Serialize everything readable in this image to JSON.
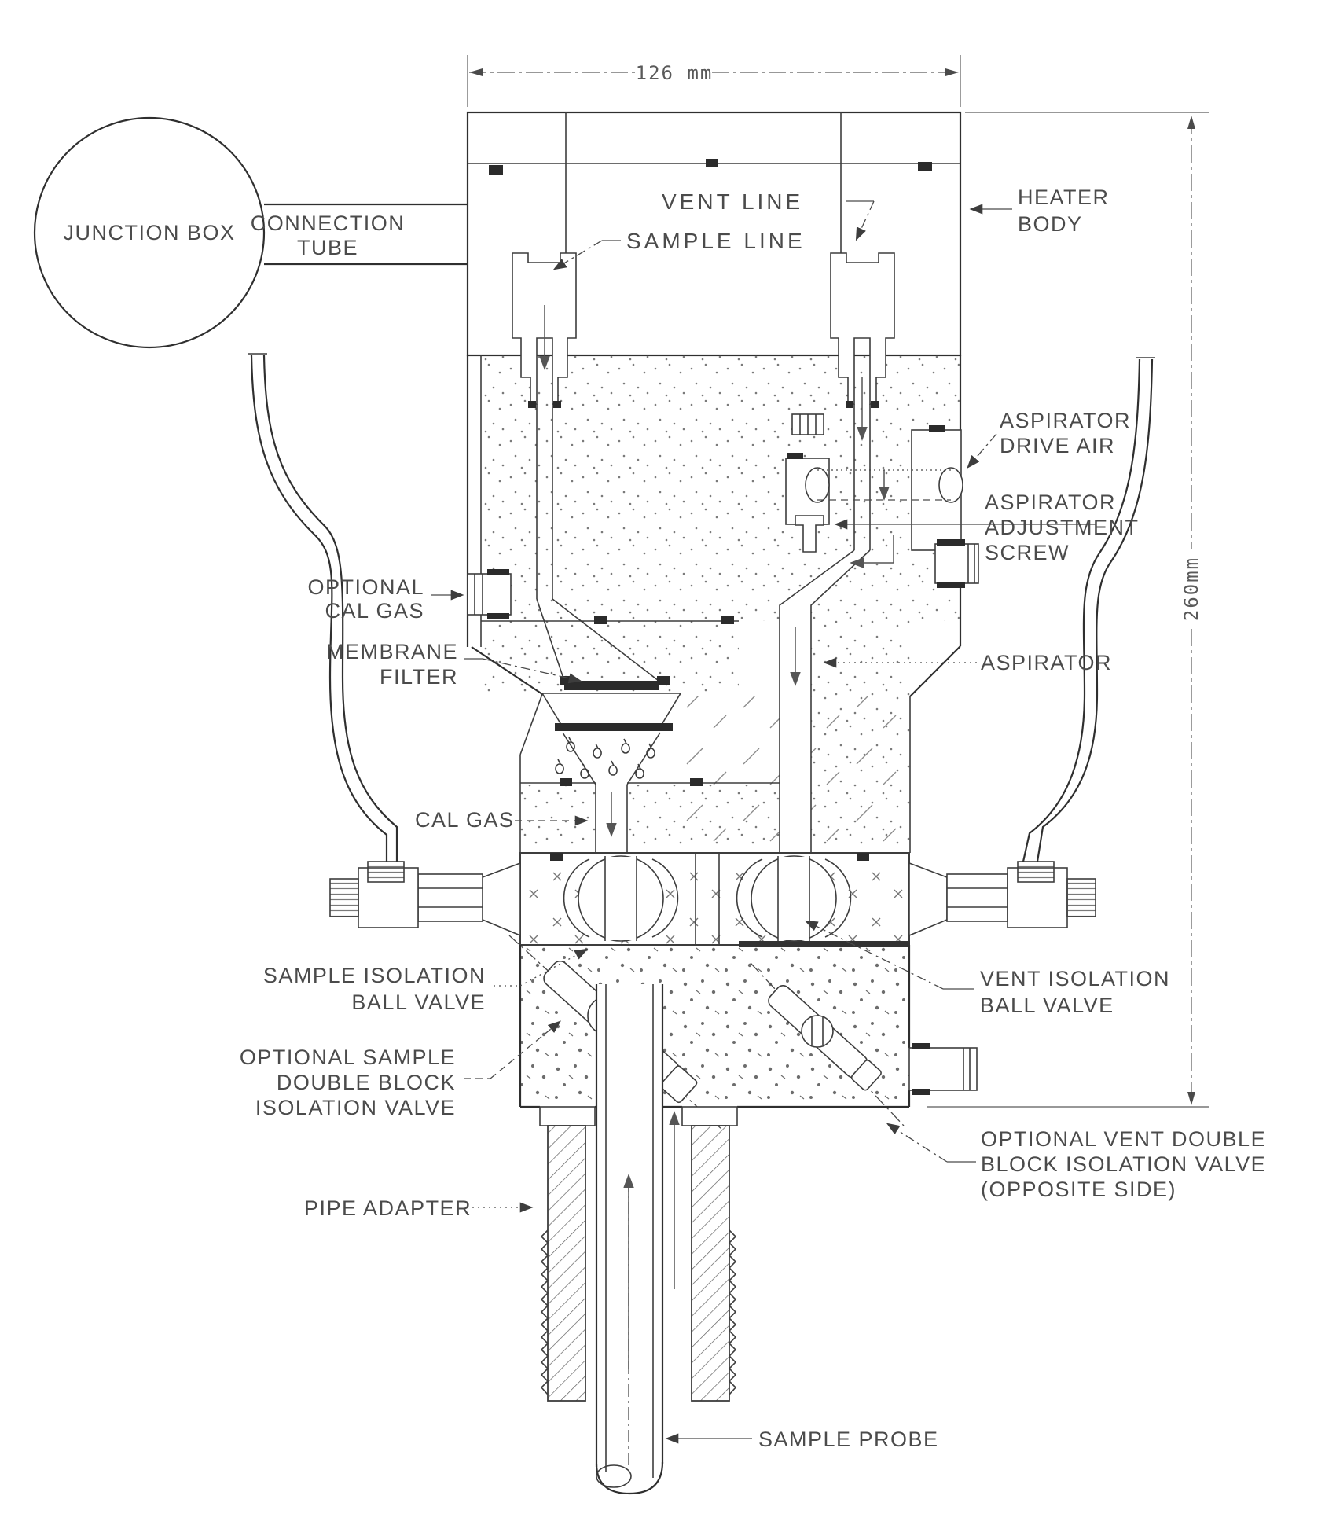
{
  "drawing_type": "cross-section engineering diagram of a heated sample probe / aspirator assembly",
  "dimensions": {
    "width_label": "126 mm",
    "height_label": "260mm"
  },
  "labels": {
    "junction_box": "JUNCTION BOX",
    "connection_tube": [
      "CONNECTION",
      "TUBE"
    ],
    "vent_line": "VENT LINE",
    "sample_line": "SAMPLE LINE",
    "heater_body": [
      "HEATER",
      "BODY"
    ],
    "aspirator_drive_air": [
      "ASPIRATOR",
      "DRIVE AIR"
    ],
    "aspirator_adjustment_screw": [
      "ASPIRATOR",
      "ADJUSTMENT",
      "SCREW"
    ],
    "optional_cal_gas": [
      "OPTIONAL",
      "CAL GAS"
    ],
    "membrane_filter": [
      "MEMBRANE",
      "FILTER"
    ],
    "aspirator": "ASPIRATOR",
    "cal_gas": "CAL GAS",
    "sample_isolation_ball_valve": [
      "SAMPLE ISOLATION",
      "BALL VALVE"
    ],
    "vent_isolation_ball_valve": [
      "VENT ISOLATION",
      "BALL VALVE"
    ],
    "optional_sample_double_block": [
      "OPTIONAL SAMPLE",
      "DOUBLE BLOCK",
      "ISOLATION VALVE"
    ],
    "optional_vent_double_block": [
      "OPTIONAL VENT DOUBLE",
      "BLOCK ISOLATION VALVE",
      "(OPPOSITE SIDE)"
    ],
    "pipe_adapter": "PIPE ADAPTER",
    "sample_probe": "SAMPLE PROBE"
  },
  "colors": {
    "line": "#3d3d3d",
    "label_text": "#4b4b4b",
    "background": "#ffffff"
  }
}
